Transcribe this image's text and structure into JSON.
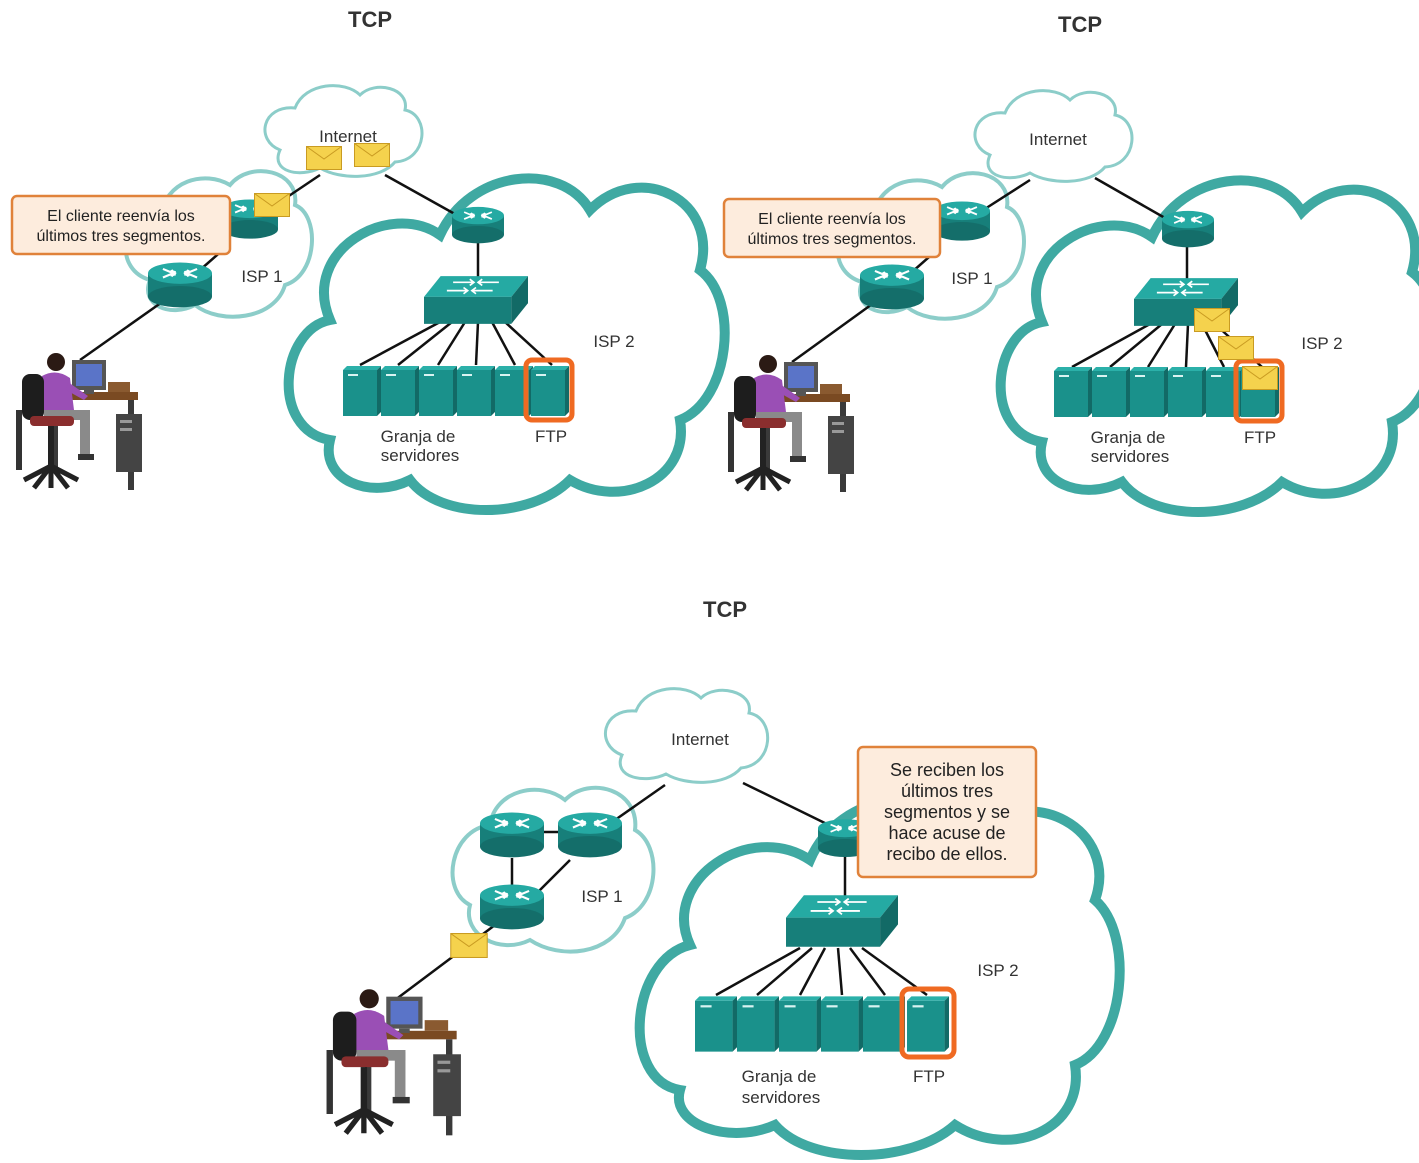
{
  "panels": [
    {
      "title": "TCP",
      "internet_label": "Internet",
      "isp1_label": "ISP 1",
      "isp2_label": "ISP 2",
      "farm_label_line1": "Granja de",
      "farm_label_line2": "servidores",
      "ftp_label": "FTP",
      "callout_line1": "El cliente reenvía los",
      "callout_line2": "últimos tres segmentos."
    },
    {
      "title": "TCP",
      "internet_label": "Internet",
      "isp1_label": "ISP 1",
      "isp2_label": "ISP 2",
      "farm_label_line1": "Granja de",
      "farm_label_line2": "servidores",
      "ftp_label": "FTP",
      "callout_line1": "El cliente reenvía los",
      "callout_line2": "últimos tres segmentos."
    },
    {
      "title": "TCP",
      "internet_label": "Internet",
      "isp1_label": "ISP 1",
      "isp2_label": "ISP 2",
      "farm_label_line1": "Granja de",
      "farm_label_line2": "servidores",
      "ftp_label": "FTP",
      "callout_lines": [
        "Se reciben los",
        "últimos tres",
        "segmentos y se",
        "hace acuse de",
        "recibo de ellos."
      ]
    }
  ],
  "colors": {
    "teal": "#1f9a94",
    "teal_dark": "#146e6a",
    "cloud_stroke": "#5bb6b1",
    "callout_fill": "#fdecdd",
    "callout_stroke": "#e0823a",
    "ftp_highlight": "#e8641e",
    "envelope": "#f3d34a"
  },
  "icons": [
    "router-icon",
    "switch-icon",
    "server-icon",
    "envelope-icon",
    "user-workstation-icon",
    "cloud-icon"
  ]
}
